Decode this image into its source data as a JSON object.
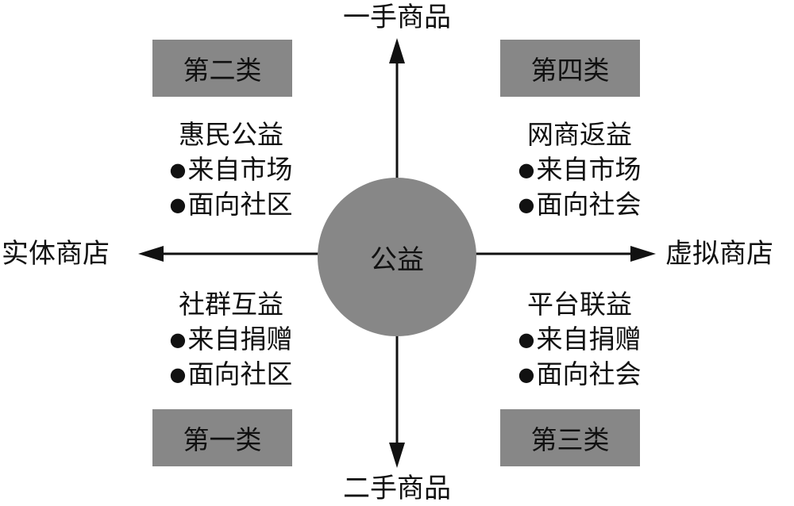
{
  "center": {
    "label": "公益",
    "color": "#878787"
  },
  "axes": {
    "top": "一手商品",
    "bottom": "二手商品",
    "left": "实体商店",
    "right": "虚拟商店"
  },
  "bullet_char": "●",
  "quadrants": {
    "top_left": {
      "category": "第二类",
      "title": "惠民公益",
      "items": [
        "来自市场",
        "面向社区"
      ]
    },
    "top_right": {
      "category": "第四类",
      "title": "网商返益",
      "items": [
        "来自市场",
        "面向社会"
      ]
    },
    "bottom_left": {
      "category": "第一类",
      "title": "社群互益",
      "items": [
        "来自捐赠",
        "面向社区"
      ]
    },
    "bottom_right": {
      "category": "第三类",
      "title": "平台联益",
      "items": [
        "来自捐赠",
        "面向社会"
      ]
    }
  }
}
